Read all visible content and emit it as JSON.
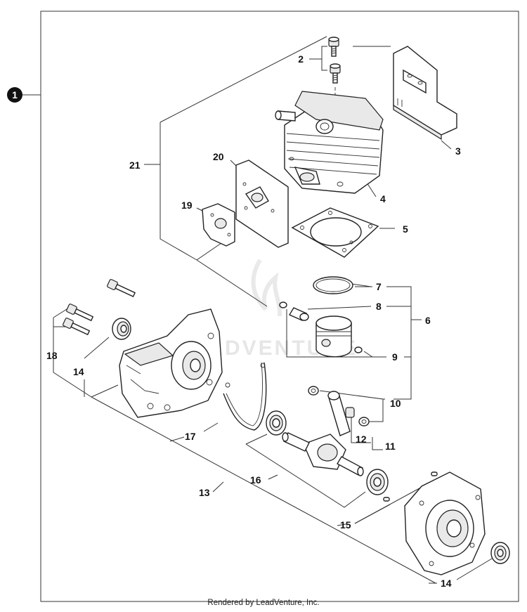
{
  "assembly_badge": "1",
  "callouts": [
    "2",
    "3",
    "4",
    "5",
    "6",
    "7",
    "8",
    "9",
    "10",
    "11",
    "12",
    "13",
    "14",
    "14",
    "15",
    "16",
    "17",
    "18",
    "19",
    "20",
    "21"
  ],
  "watermark": "LEADVENTURE",
  "footer_text": "Rendered by LeadVenture, Inc."
}
